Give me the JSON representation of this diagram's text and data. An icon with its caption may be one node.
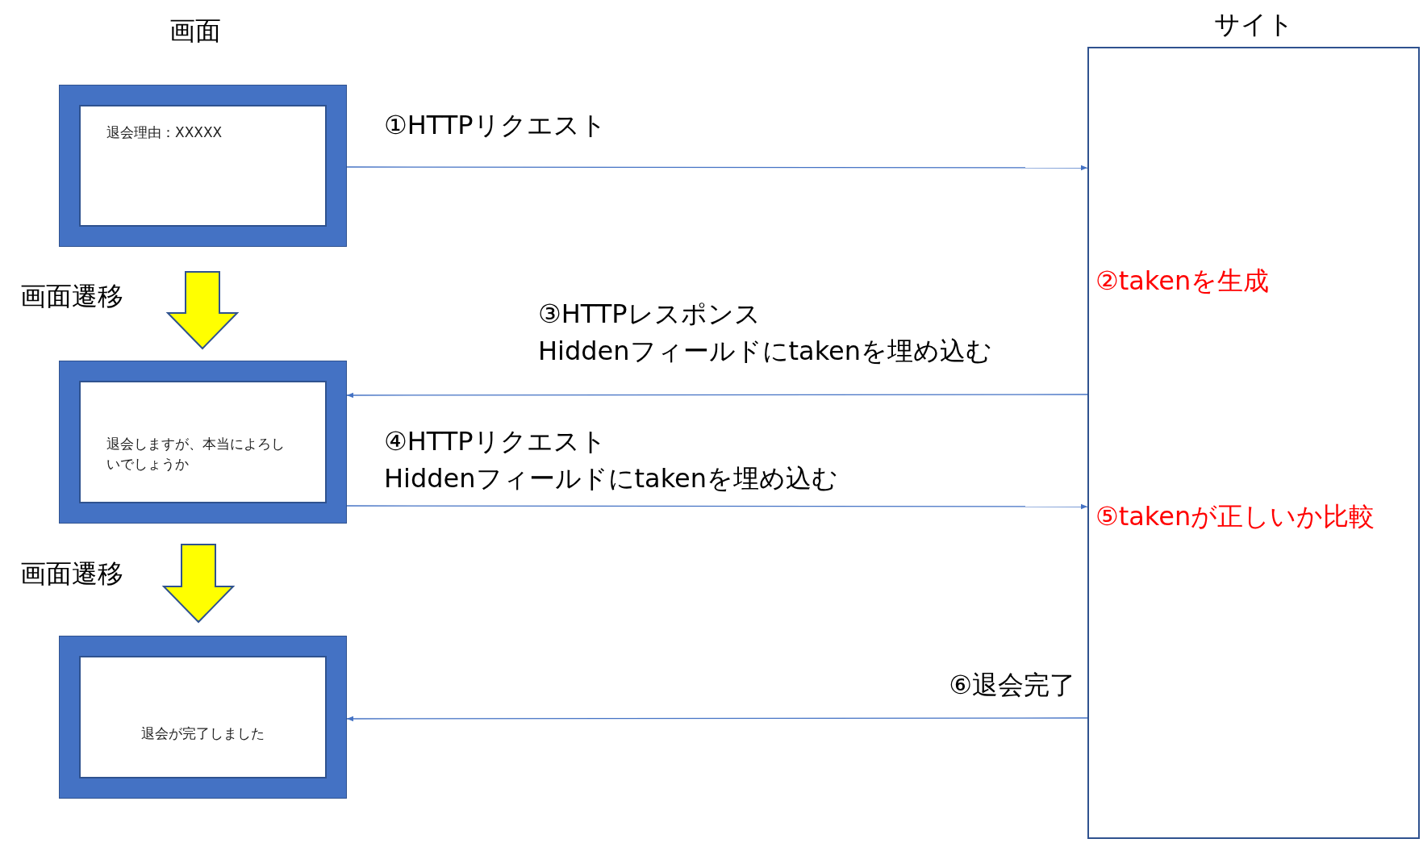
{
  "diagram": {
    "nodes": [
      {
        "text": [
          "退会理由：XXXXX"
        ]
      },
      {
        "text": [
          "退会しますが、本当によろしいでしょうか"
        ]
      },
      {
        "text": [
          "退会が完了しました"
        ]
      },
      {
        "text": [
          "サイト",
          "②takenを生成",
          "⑤takenが正しいか比較"
        ]
      }
    ],
    "edges": [
      {
        "from": 0,
        "to": 3,
        "arrow": "to",
        "label": "①HTTPリクエスト"
      },
      {
        "from": 3,
        "to": 1,
        "arrow": "to",
        "label": "③HTTPレスポンス Hiddenフィールドにtakenを埋め込む"
      },
      {
        "from": 1,
        "to": 3,
        "arrow": "to",
        "label": "④HTTPリクエスト Hiddenフィールドにtakenを埋め込む"
      },
      {
        "from": 3,
        "to": 2,
        "arrow": "to",
        "label": "⑥退会完了"
      },
      {
        "from": 0,
        "to": 1,
        "arrow": "to",
        "label": "画面遷移",
        "style": "thick",
        "color": "#ffff00"
      },
      {
        "from": 1,
        "to": 2,
        "arrow": "to",
        "label": "画面遷移",
        "style": "thick",
        "color": "#ffff00"
      }
    ],
    "labels": [
      "画面"
    ]
  }
}
